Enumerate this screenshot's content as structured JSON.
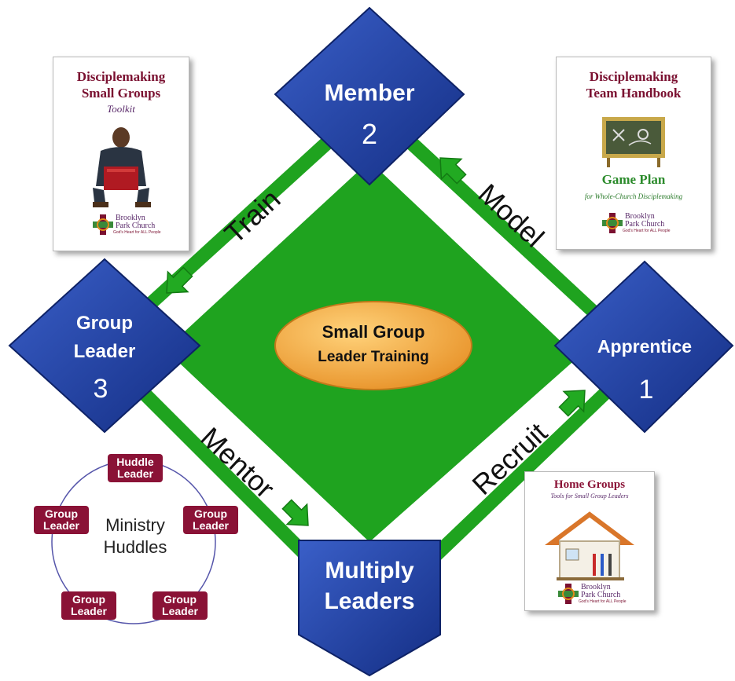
{
  "bases": {
    "member": {
      "label": "Member",
      "number": "2"
    },
    "group_leader": {
      "label_line1": "Group",
      "label_line2": "Leader",
      "number": "3"
    },
    "apprentice": {
      "label": "Apprentice",
      "number": "1"
    },
    "multiply": {
      "label_line1": "Multiply",
      "label_line2": "Leaders"
    }
  },
  "paths": {
    "train": "Train",
    "model": "Model",
    "mentor": "Mentor",
    "recruit": "Recruit"
  },
  "center": {
    "line1": "Small Group",
    "line2": "Leader Training"
  },
  "books": {
    "toolkit": {
      "title_line1": "Disciplemaking",
      "title_line2": "Small Groups",
      "subtitle": "Toolkit"
    },
    "handbook": {
      "title_line1": "Disciplemaking",
      "title_line2": "Team Handbook",
      "game_plan": "Game Plan",
      "tagline": "for Whole-Church Disciplemaking"
    },
    "home_groups": {
      "title": "Home Groups",
      "subtitle": "Tools for Small Group Leaders"
    }
  },
  "logo": {
    "name_line1": "Brooklyn",
    "name_line2": "Park Church",
    "tagline": "God's Heart for ALL People"
  },
  "huddles": {
    "title_line1": "Ministry",
    "title_line2": "Huddles",
    "huddle_leader": {
      "line1": "Huddle",
      "line2": "Leader"
    },
    "group_leader": {
      "line1": "Group",
      "line2": "Leader"
    }
  },
  "colors": {
    "diamond_green": "#1fa31f",
    "base_blue": "#1f3d9e",
    "center_orange": "#f2a93b",
    "arrow_green": "#22aa22",
    "pill_red": "#8a1236"
  }
}
